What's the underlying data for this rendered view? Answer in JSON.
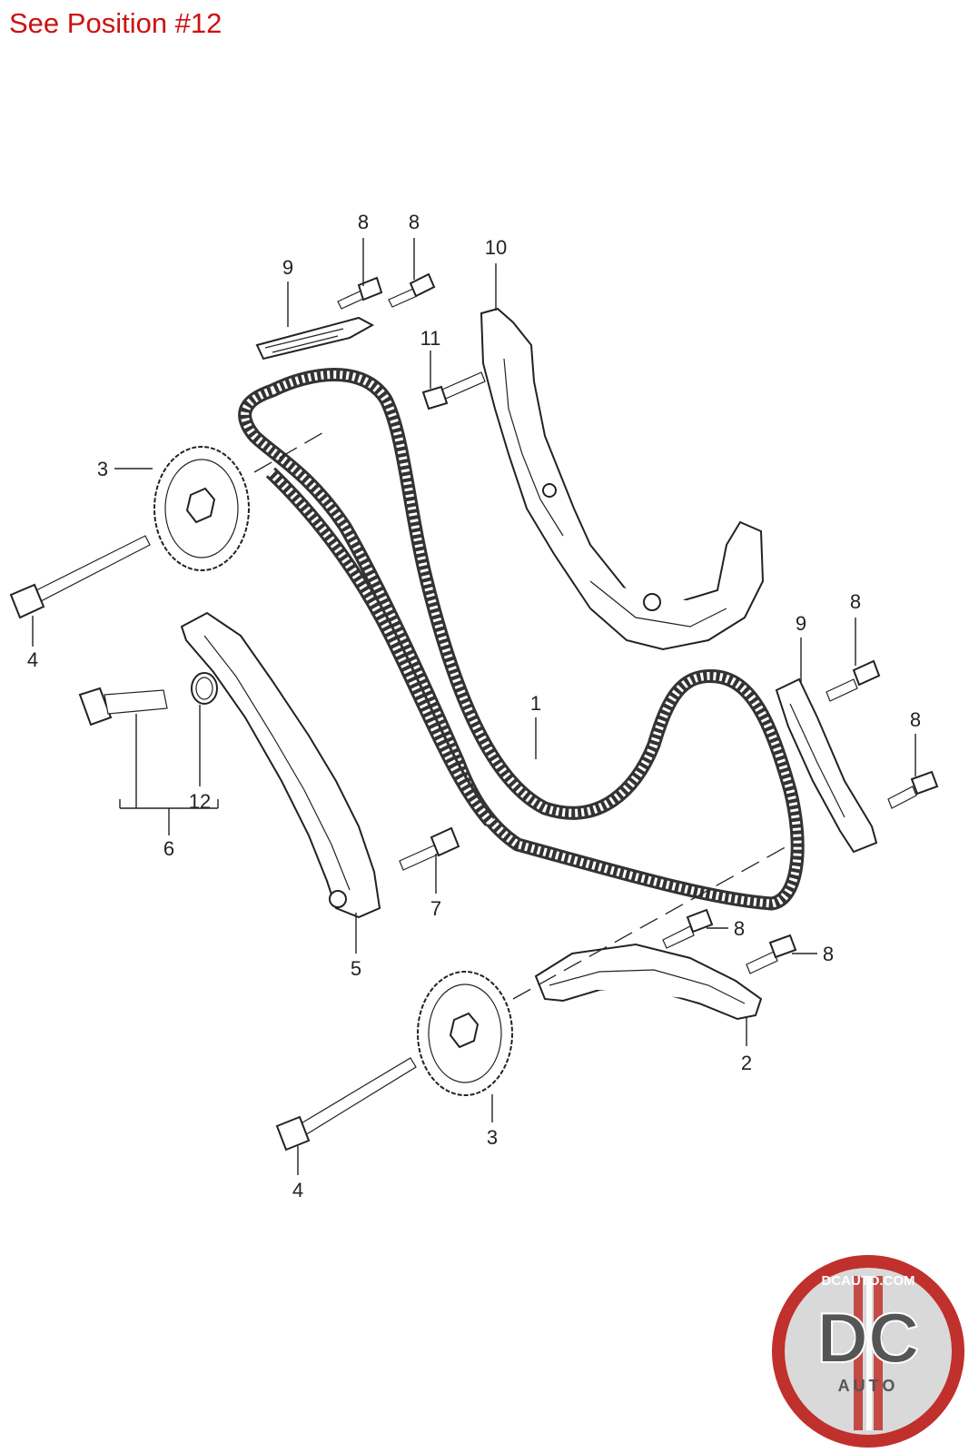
{
  "caption": {
    "text": "See Position #12",
    "color": "#cc1111"
  },
  "callouts": [
    {
      "id": "c8a",
      "label": "8"
    },
    {
      "id": "c8b",
      "label": "8"
    },
    {
      "id": "c9a",
      "label": "9"
    },
    {
      "id": "c10",
      "label": "10"
    },
    {
      "id": "c11",
      "label": "11"
    },
    {
      "id": "c3a",
      "label": "3"
    },
    {
      "id": "c4a",
      "label": "4"
    },
    {
      "id": "c12",
      "label": "12"
    },
    {
      "id": "c6",
      "label": "6"
    },
    {
      "id": "c5",
      "label": "5"
    },
    {
      "id": "c7",
      "label": "7"
    },
    {
      "id": "c1",
      "label": "1"
    },
    {
      "id": "c9b",
      "label": "9"
    },
    {
      "id": "c8c",
      "label": "8"
    },
    {
      "id": "c8d",
      "label": "8"
    },
    {
      "id": "c8e",
      "label": "8"
    },
    {
      "id": "c8f",
      "label": "8"
    },
    {
      "id": "c2",
      "label": "2"
    },
    {
      "id": "c3b",
      "label": "3"
    },
    {
      "id": "c4b",
      "label": "4"
    }
  ],
  "logo": {
    "top_text": "DCAUTO.COM",
    "main_text": "DC",
    "sub_text": "AUTO",
    "colors": {
      "ring": "#c0302c",
      "inner": "#d9d9d9",
      "text": "#555555",
      "stripe_red": "#c0302c"
    }
  }
}
